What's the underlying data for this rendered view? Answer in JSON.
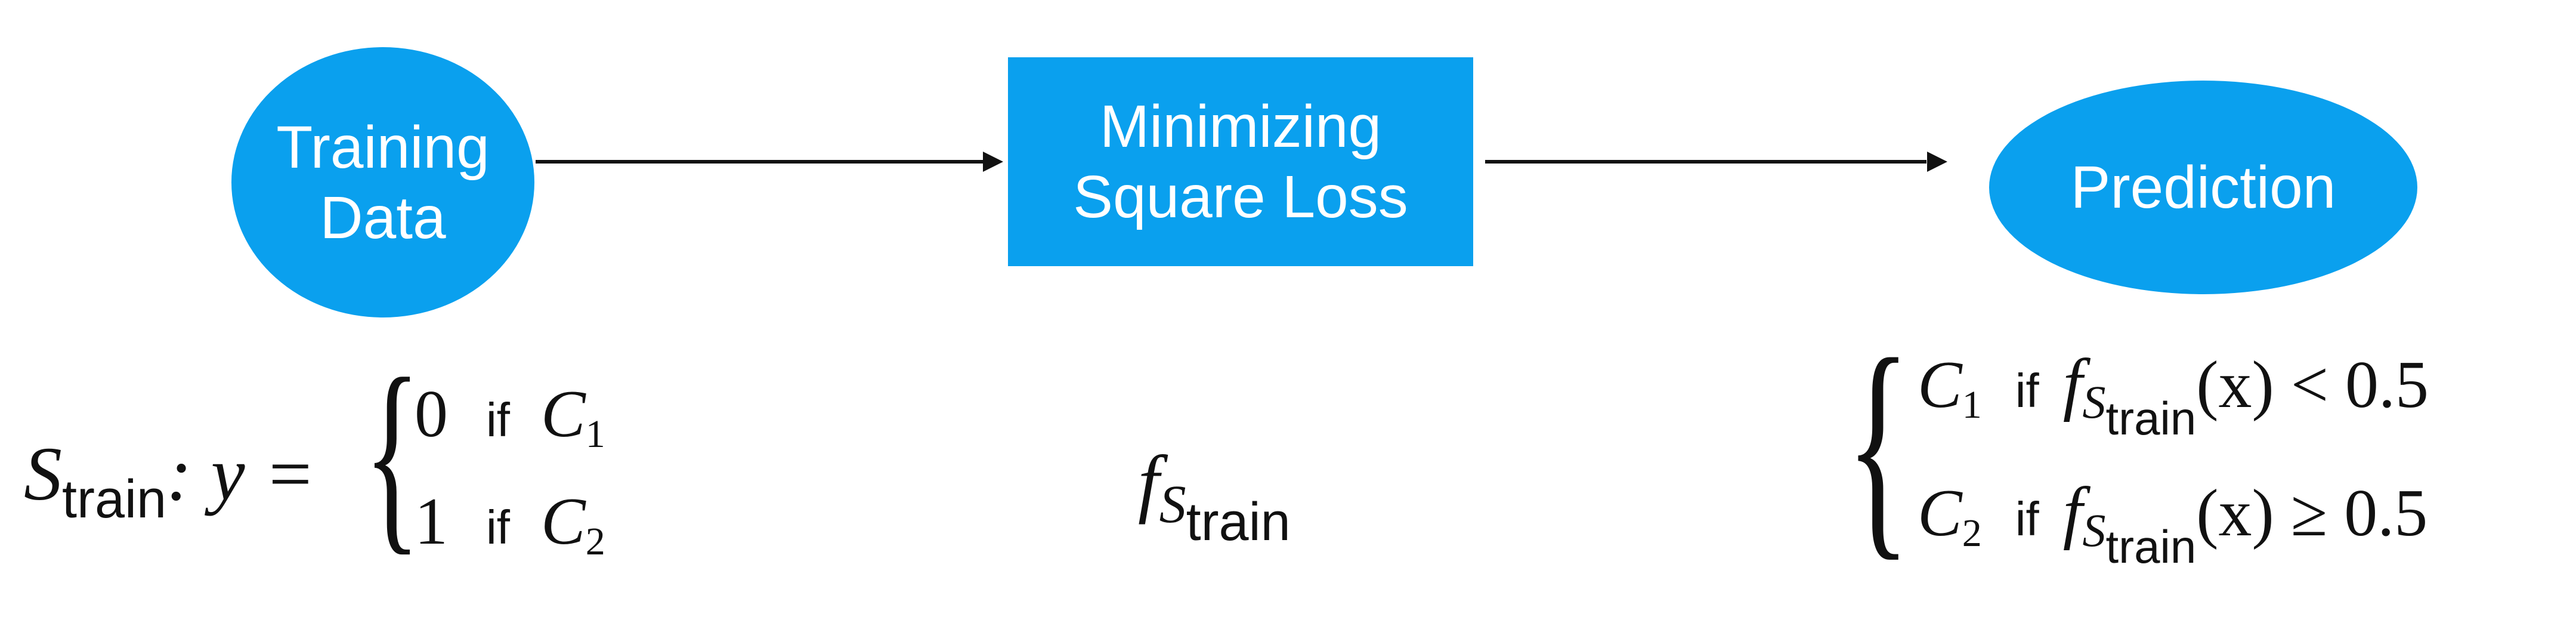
{
  "nodes": {
    "training": [
      "Training",
      "Data"
    ],
    "minimize": [
      "Minimizing",
      "Square Loss"
    ],
    "prediction": [
      "Prediction"
    ]
  },
  "formulas": {
    "left": {
      "set_symbol": "S",
      "set_subscript": "train",
      "lhs": ": y =",
      "cases": [
        {
          "value": "0",
          "cond_word": "if",
          "cls": "C",
          "cls_sub": "1"
        },
        {
          "value": "1",
          "cond_word": "if",
          "cls": "C",
          "cls_sub": "2"
        }
      ]
    },
    "middle": {
      "f": "f",
      "s": "S",
      "sub": "train"
    },
    "right": {
      "cases": [
        {
          "cls": "C",
          "cls_sub": "1",
          "cond_word": "if",
          "f": "f",
          "s": "S",
          "sub": "train",
          "rest": "(x) < 0.5"
        },
        {
          "cls": "C",
          "cls_sub": "2",
          "cond_word": "if",
          "f": "f",
          "s": "S",
          "sub": "train",
          "rest": "(x) ≥ 0.5"
        }
      ]
    }
  },
  "colors": {
    "node_fill": "#0aa0ee",
    "node_text": "#ffffff",
    "arrow": "#111111"
  }
}
